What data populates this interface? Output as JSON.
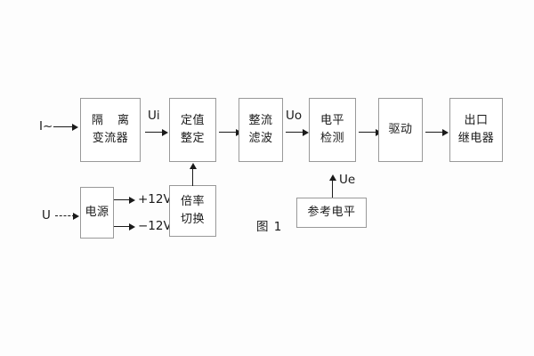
{
  "figure": {
    "caption": "图 1",
    "blocks": [
      {
        "id": "isolation-ct",
        "line1": "隔 离",
        "line2": "变流器"
      },
      {
        "id": "setting",
        "line1": "定值",
        "line2": "整定"
      },
      {
        "id": "rectifier-filter",
        "line1": "整流",
        "line2": "滤波"
      },
      {
        "id": "level-detect",
        "line1": "电平",
        "line2": "检测"
      },
      {
        "id": "driver",
        "line1": "驱动",
        "line2": ""
      },
      {
        "id": "output-relay",
        "line1": "出口",
        "line2": "继电器"
      },
      {
        "id": "power-supply",
        "line1": "电源",
        "line2": ""
      },
      {
        "id": "multiplier-switch",
        "line1": "倍率",
        "line2": "切换"
      },
      {
        "id": "reference-level",
        "line1": "参考电平",
        "line2": ""
      }
    ],
    "signals": {
      "current_input": "I~",
      "voltage_input": "U",
      "ui": "Ui",
      "uo": "Uo",
      "ue": "Ue",
      "rail_positive": "+12V",
      "rail_negative": "−12V"
    }
  }
}
